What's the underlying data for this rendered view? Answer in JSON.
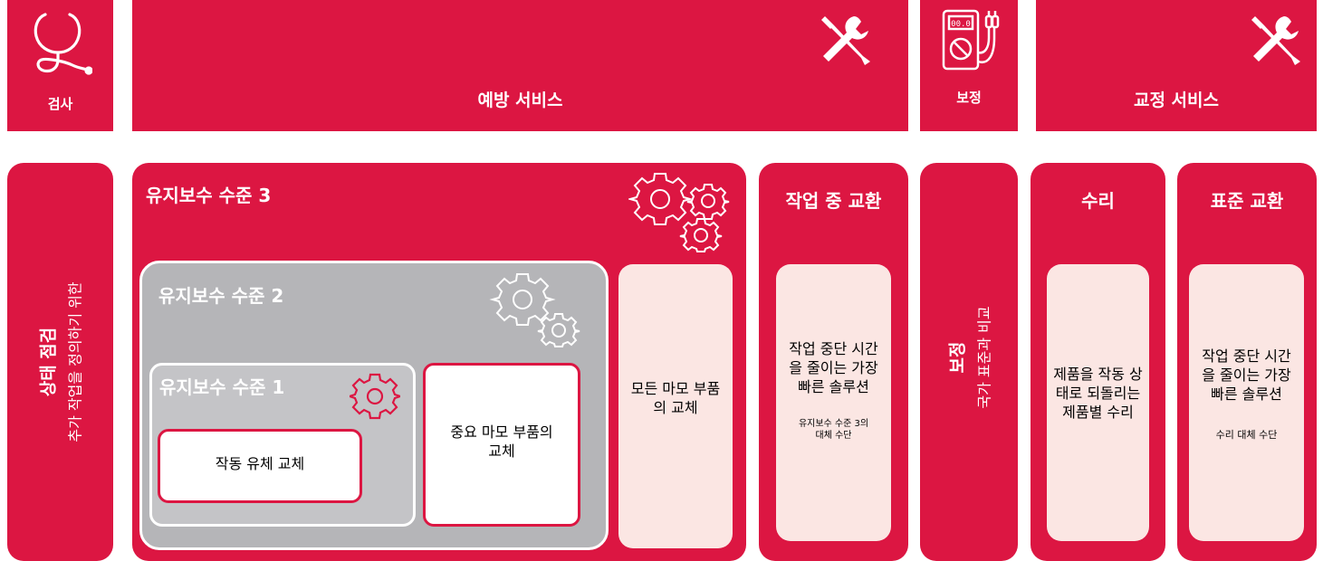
{
  "top": {
    "inspection": "검사",
    "preventive": "예방 서비스",
    "calibration": "보정",
    "corrective": "교정 서비스"
  },
  "status_check": {
    "title": "상태 점검",
    "subtitle": "추가 작업을 정의하기 위한"
  },
  "level3": {
    "title": "유지보수 수준 3",
    "box_text": "모든 마모 부품\n의 교체"
  },
  "level2": {
    "title": "유지보수 수준 2",
    "box_text": "중요 마모 부품의\n교체"
  },
  "level1": {
    "title": "유지보수 수준 1",
    "box_text": "작동 유체 교체"
  },
  "inservice": {
    "title": "작업 중 교환",
    "text": "작업 중단 시간\n을 줄이는 가장\n빠른 솔루션",
    "note": "유지보수 수준 3의\n대체 수단"
  },
  "calib_card": {
    "title": "보정",
    "subtitle": "국가 표준과 비교"
  },
  "repair": {
    "title": "수리",
    "text": "제품을 작동 상\n태로 되돌리는\n제품별 수리"
  },
  "standard_exchange": {
    "title": "표준 교환",
    "text": "작업 중단 시간\n을 줄이는 가장\n빠른 솔루션",
    "note": "수리 대체 수단"
  },
  "icons": [
    "stethoscope-icon",
    "tools-icon",
    "multimeter-icon",
    "tools-icon",
    "gears-icon"
  ],
  "colors": {
    "accent": "#dc1642",
    "pink": "#fbe6e3",
    "gray": "#b5b5b8"
  }
}
